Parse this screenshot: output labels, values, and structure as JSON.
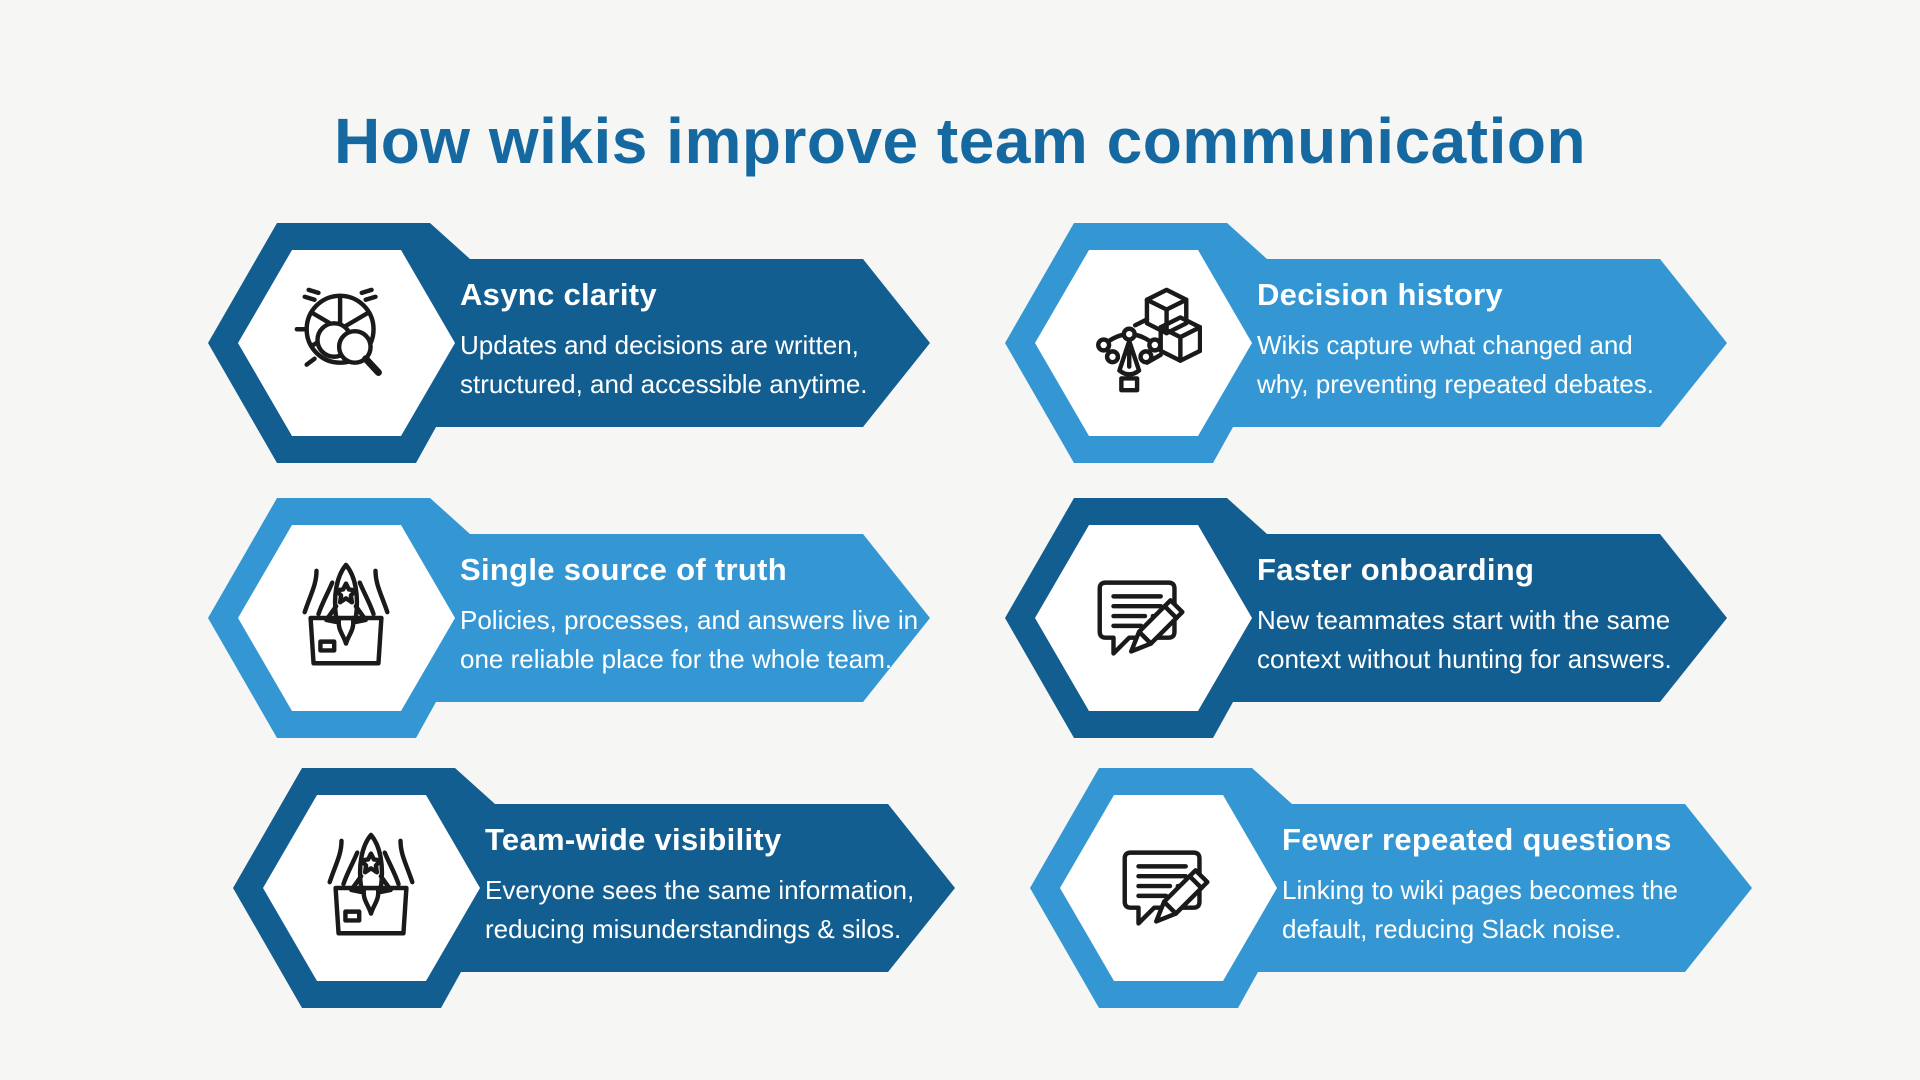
{
  "title": {
    "text": "How wikis improve team communication"
  },
  "theme": {
    "background": "#F6F6F5",
    "title_color": "#1569A0",
    "dark_blue": "#125E90",
    "light_blue": "#3497D3",
    "banner_text_color": "#FFFFFF",
    "icon_stroke": "#1A1A1A"
  },
  "cards": [
    {
      "title": "Async clarity",
      "description": "Updates and decisions are written, structured, and accessible anytime.",
      "description_lines": [
        "Updates and decisions are written,",
        "structured, and accessible anytime."
      ],
      "icon": "chart-magnifier-icon",
      "theme": "dark"
    },
    {
      "title": "Decision history",
      "description": "Wikis capture what changed and why, preventing repeated debates.",
      "description_lines": [
        "Wikis capture what changed and",
        "why, preventing repeated debates."
      ],
      "icon": "pen-tool-cubes-icon",
      "theme": "light"
    },
    {
      "title": "Single source of truth",
      "description": "Policies, processes, and answers live in one reliable place for the whole team.",
      "description_lines": [
        "Policies, processes, and answers live in",
        "one reliable place for the whole team."
      ],
      "icon": "rocket-box-icon",
      "theme": "light"
    },
    {
      "title": "Faster onboarding",
      "description": "New teammates start with the same context without hunting for answers.",
      "description_lines": [
        "New teammates start with the same",
        "context without hunting for answers."
      ],
      "icon": "chat-pencil-icon",
      "theme": "dark"
    },
    {
      "title": "Team-wide visibility",
      "description": "Everyone sees the same information, reducing misunderstandings & silos.",
      "description_lines": [
        "Everyone sees the same information,",
        "reducing misunderstandings & silos."
      ],
      "icon": "rocket-box-icon",
      "theme": "dark"
    },
    {
      "title": "Fewer repeated questions",
      "description": "Linking to wiki pages becomes the default, reducing Slack noise.",
      "description_lines": [
        "Linking to wiki pages becomes the",
        "default, reducing Slack noise."
      ],
      "icon": "chat-pencil-icon",
      "theme": "light"
    }
  ]
}
